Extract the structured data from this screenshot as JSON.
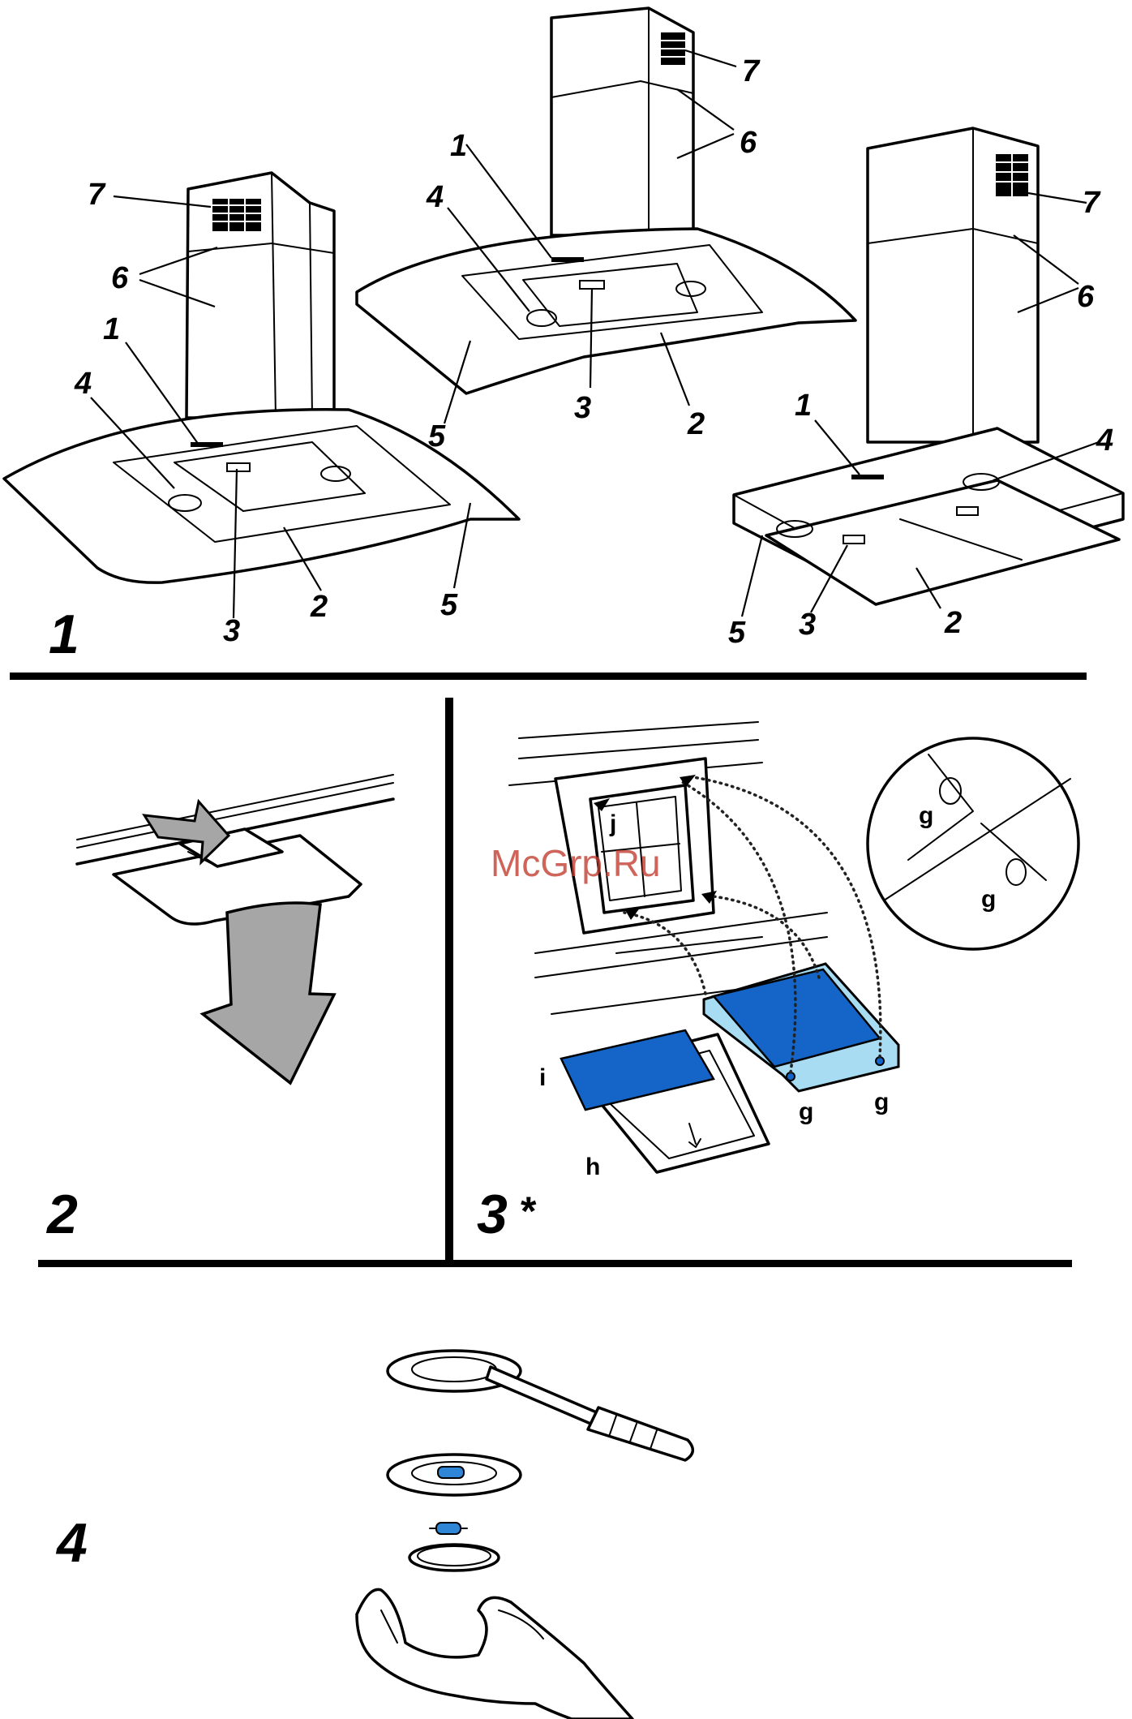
{
  "panels": {
    "p1": "1",
    "p2": "2",
    "p3": "3",
    "p3_note": "*",
    "p4": "4"
  },
  "callouts": {
    "n1": "1",
    "n2": "2",
    "n3": "3",
    "n4": "4",
    "n5": "5",
    "n6": "6",
    "n7": "7"
  },
  "letters": {
    "g": "g",
    "h": "h",
    "i": "i",
    "j": "j"
  },
  "watermark": "McGrp.Ru",
  "colors": {
    "filter_blue": "#1565c8",
    "filter_light": "#a8dcf2",
    "arrow_gray": "#a6a6a6",
    "bulb_blue": "#2f86d6",
    "watermark_red": "#c0392b"
  }
}
